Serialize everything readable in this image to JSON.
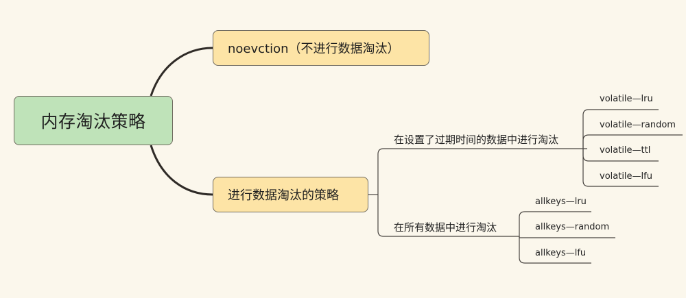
{
  "mindmap": {
    "root": {
      "label": "内存淘汰策略"
    },
    "main_branches": [
      {
        "label": "noevction（不进行数据淘汰）"
      },
      {
        "label": "进行数据淘汰的策略",
        "subbranches": [
          {
            "label": "在设置了过期时间的数据中进行淘汰",
            "leaves": [
              "volatile—lru",
              "volatile—random",
              "volatile—ttl",
              "volatile—lfu"
            ]
          },
          {
            "label": "在所有数据中进行淘汰",
            "leaves": [
              "allkeys—lru",
              "allkeys—random",
              "allkeys—lfu"
            ]
          }
        ]
      }
    ]
  },
  "colors": {
    "background": "#fbf7ec",
    "root_fill": "#bfe3b9",
    "branch_fill": "#fde4a6",
    "line": "#2f2b27",
    "thin_line": "#484440"
  }
}
